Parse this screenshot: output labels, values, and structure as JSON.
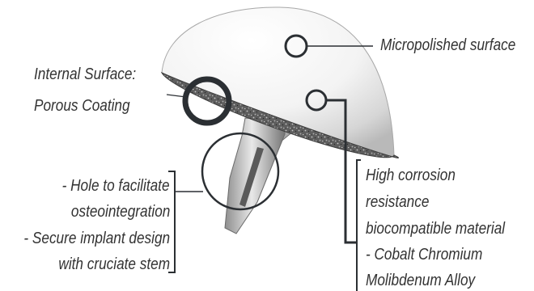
{
  "labels": {
    "micropolished": "Micropolished surface",
    "internal_surface": "Internal Surface:",
    "porous_coating": "Porous Coating",
    "stem": [
      "- Hole to facilitate",
      "osteointegration",
      "- Secure implant design",
      "with cruciate stem"
    ],
    "material": [
      "High corrosion",
      "resistance",
      "biocompatible material",
      "- Cobalt Chromium",
      "Molibdenum Alloy"
    ]
  },
  "colors": {
    "ink": "#333333",
    "line": "#2b2f33"
  }
}
